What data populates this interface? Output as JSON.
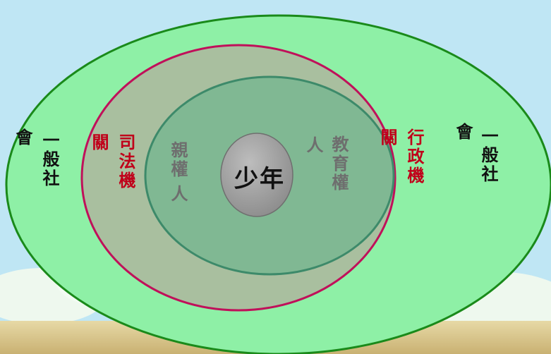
{
  "diagram": {
    "center": "少年",
    "inner_ring": {
      "left": [
        "親權",
        "人"
      ],
      "right": [
        "人",
        "教育權"
      ]
    },
    "middle_ring": {
      "left": [
        "關",
        "司法機"
      ],
      "right": [
        "關",
        "行政機"
      ]
    },
    "outer_ring": {
      "left": [
        "會",
        "一般社"
      ],
      "right": [
        "會",
        "一般社"
      ]
    }
  },
  "colors": {
    "outer_fill": "#8ef0a6",
    "outer_stroke": "#1a8a1a",
    "middle_fill": "#a9bf9f",
    "middle_stroke": "#c0105a",
    "inner_fill": "#80b893",
    "inner_stroke": "#3d8a6a",
    "center_fill": "#9a9a9a",
    "sky": "#bfe6f4",
    "ground": "#d9c68a"
  }
}
